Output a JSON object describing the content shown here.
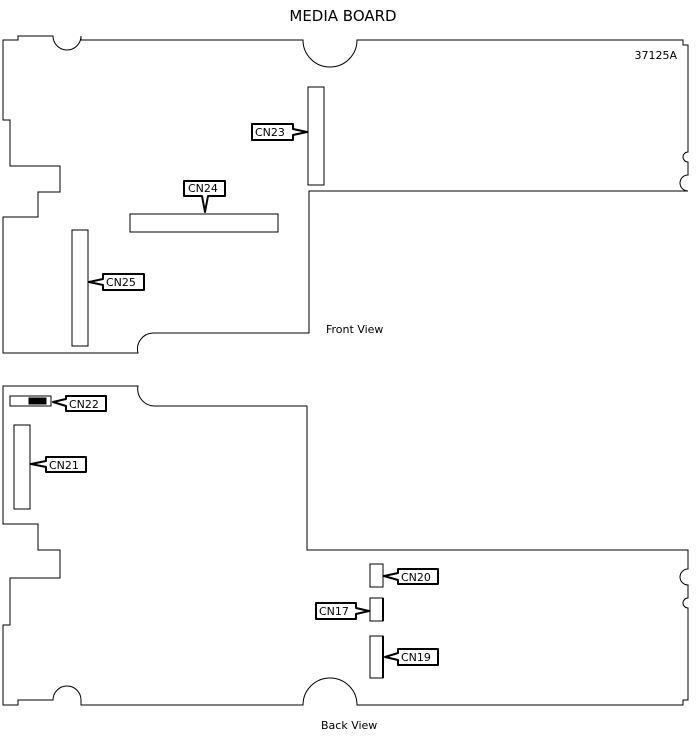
{
  "title": "MEDIA BOARD",
  "part_number": "37125A",
  "front_view": {
    "caption": "Front View",
    "connectors": [
      "CN23",
      "CN24",
      "CN25"
    ]
  },
  "back_view": {
    "caption": "Back View",
    "connectors": [
      "CN22",
      "CN21",
      "CN20",
      "CN17",
      "CN19"
    ]
  }
}
